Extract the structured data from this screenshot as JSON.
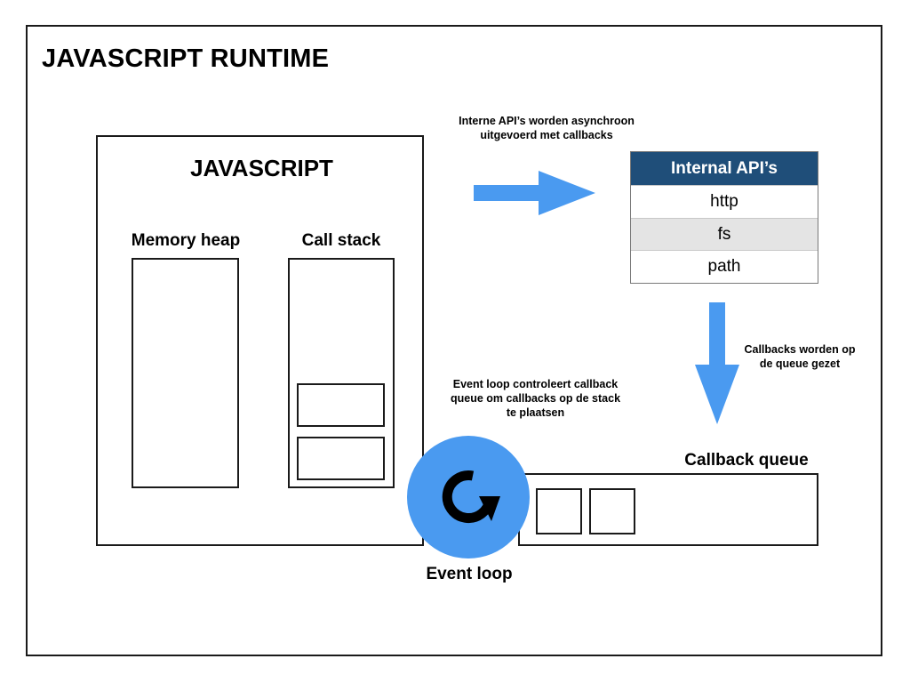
{
  "title": "JAVASCRIPT RUNTIME",
  "engine": {
    "title": "JAVASCRIPT",
    "memory_heap_label": "Memory heap",
    "call_stack_label": "Call stack"
  },
  "notes": {
    "internal_api": "Interne API’s worden asynchroon uitgevoerd met callbacks",
    "to_queue": "Callbacks worden op de queue gezet",
    "event_loop": "Event loop controleert callback queue om callbacks op de stack te plaatsen"
  },
  "internal_apis": {
    "header": "Internal API’s",
    "items": [
      "http",
      "fs",
      "path"
    ]
  },
  "callback_queue": {
    "label": "Callback queue"
  },
  "event_loop": {
    "label": "Event loop",
    "icon": "refresh-icon"
  },
  "colors": {
    "arrow": "#4a9af0",
    "table_header": "#1f4e79",
    "event_loop_circle": "#4a9af0"
  }
}
